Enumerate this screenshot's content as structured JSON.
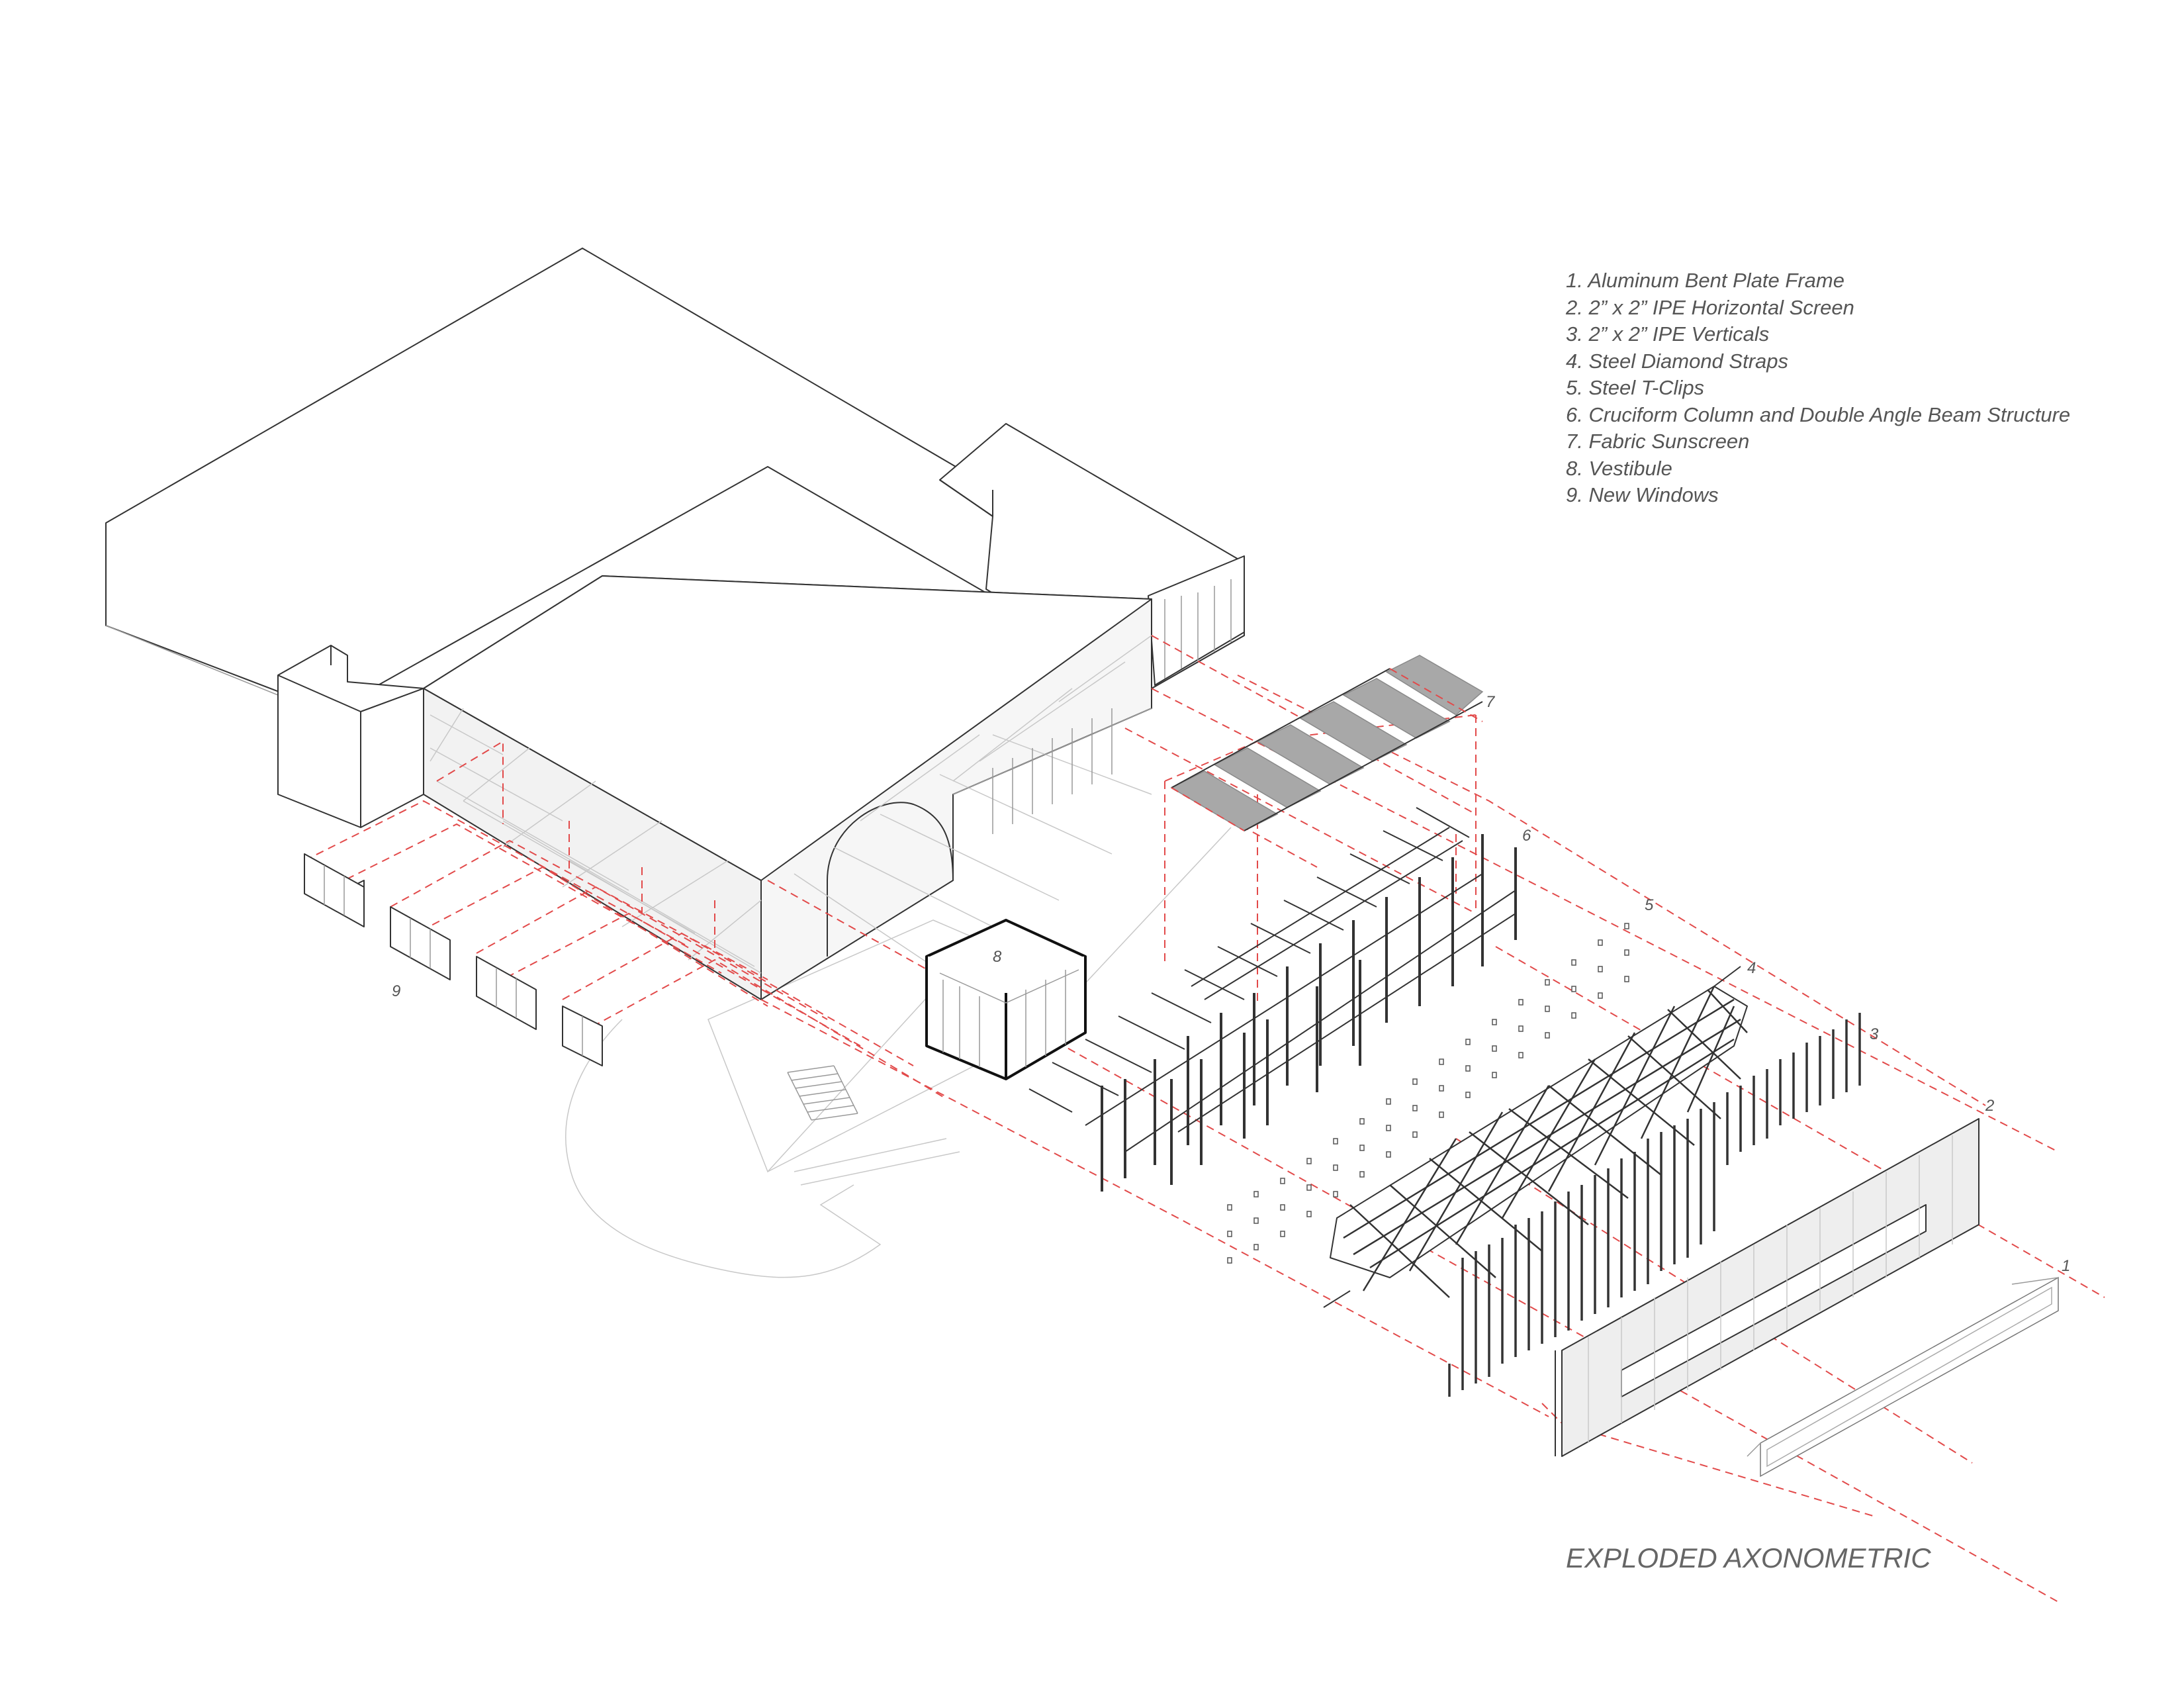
{
  "legend": {
    "items": [
      "1. Aluminum Bent Plate Frame",
      "2. 2” x 2” IPE Horizontal Screen",
      "3. 2” x 2” IPE Verticals",
      "4. Steel Diamond Straps",
      "5. Steel T-Clips",
      "6. Cruciform Column and Double Angle Beam Structure",
      "7. Fabric Sunscreen",
      "8. Vestibule",
      "9. New Windows"
    ]
  },
  "callouts": [
    "1",
    "2",
    "3",
    "4",
    "5",
    "6",
    "7",
    "8",
    "9"
  ],
  "caption": "EXPLODED AXONOMETRIC",
  "colors": {
    "line": "#333333",
    "projection": "#e24a4a",
    "fabric": "#a8a8a8",
    "glass": "#e6e6e6"
  }
}
